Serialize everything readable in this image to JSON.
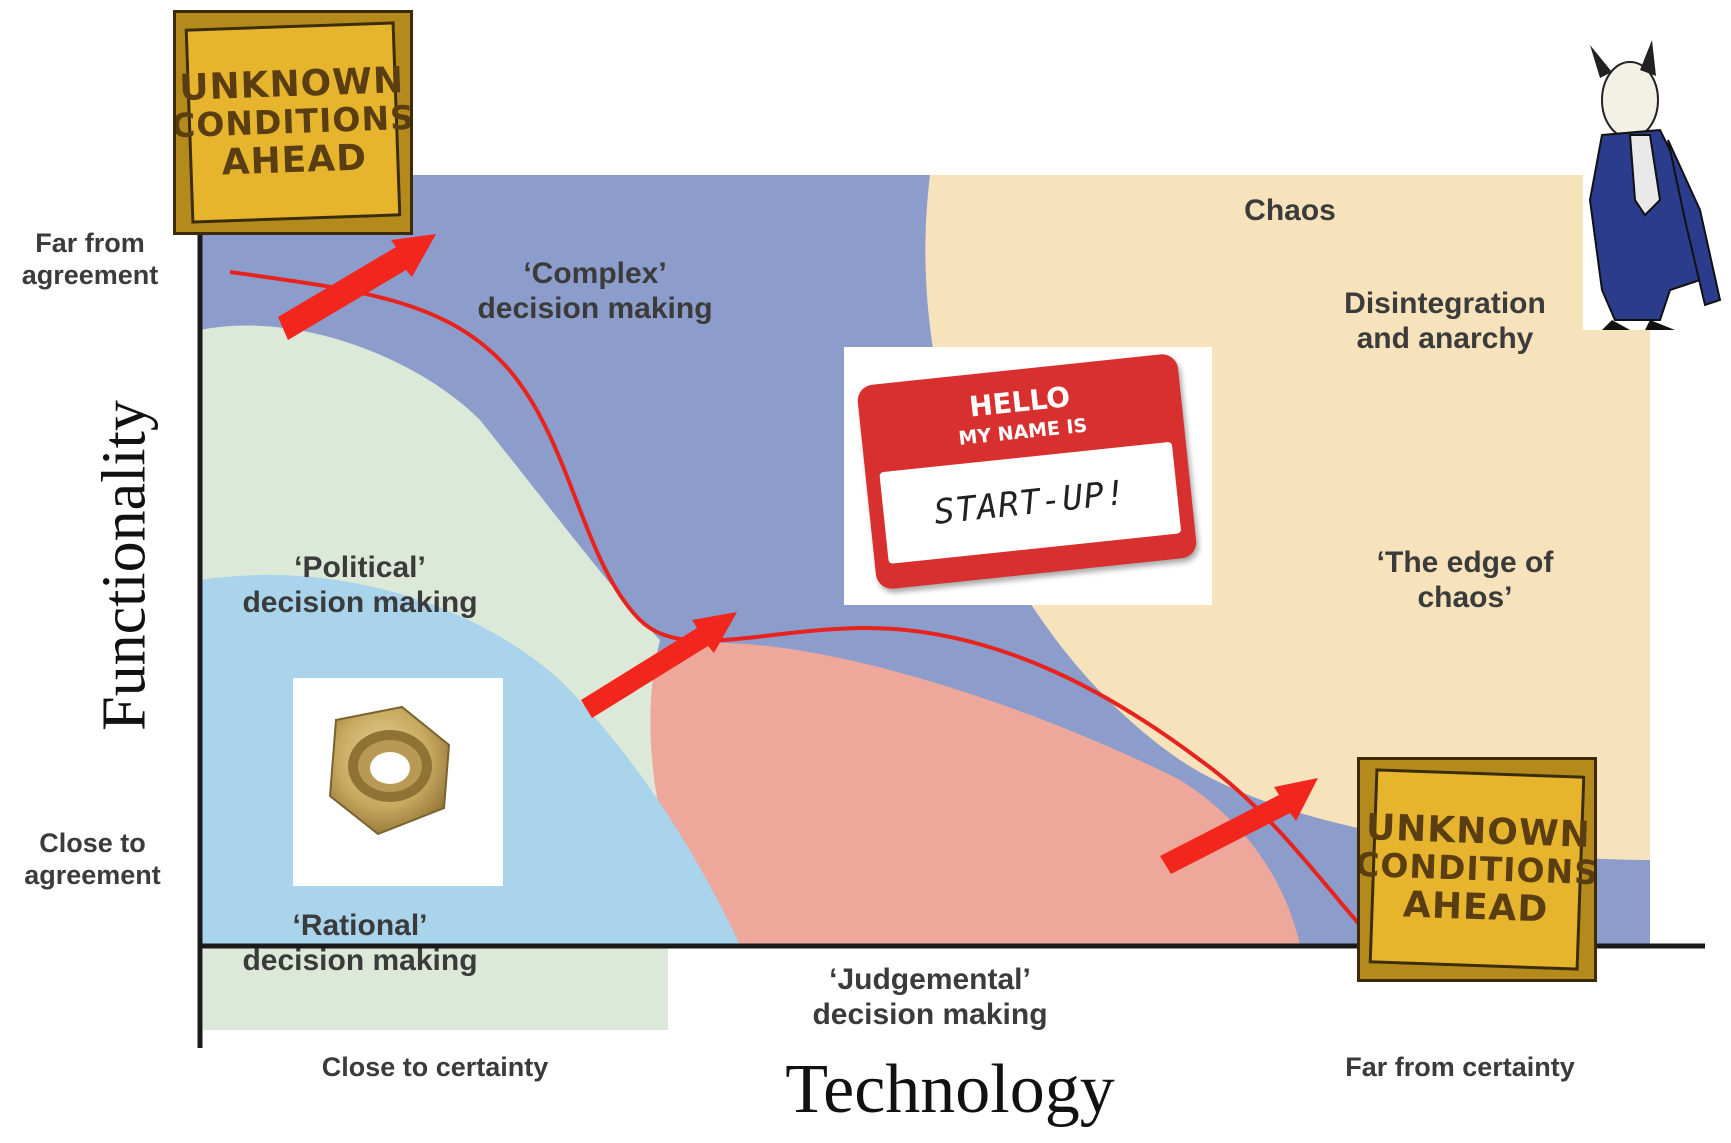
{
  "axes": {
    "y_title": "Functionality",
    "x_title": "Technology",
    "y_top_label": [
      "Far from",
      "agreement"
    ],
    "y_bottom_label": [
      "Close to",
      "agreement"
    ],
    "x_left_label": "Close to certainty",
    "x_right_label": "Far from certainty"
  },
  "zones": {
    "complex": [
      "‘Complex’",
      "decision making"
    ],
    "chaos": "Chaos",
    "disintegration": [
      "Disintegration",
      "and anarchy"
    ],
    "edge": [
      "‘The edge of",
      "chaos’"
    ],
    "political": [
      "‘Political’",
      "decision making"
    ],
    "rational": [
      "‘Rational’",
      "decision making"
    ],
    "judgemental": [
      "‘Judgemental’",
      "decision making"
    ]
  },
  "signs": {
    "lines": [
      "UNKNOWN",
      "CONDITIONS",
      "AHEAD"
    ]
  },
  "name_tag": {
    "hello": "HELLO",
    "my_name_is": "MY NAME IS",
    "name": "START-UP!"
  },
  "colors": {
    "complex_zone": "#8d9dcb",
    "chaos_zone": "#f6e3bc",
    "political_zone": "#dce9d8",
    "rational_zone": "#a9d4ec",
    "judgemental_zone": "#eea79b",
    "curve": "#e8231d",
    "arrow": "#f2261c"
  },
  "icons": [
    "warning-sign-icon",
    "hex-nut-icon",
    "name-tag-icon",
    "manager-cartoon-icon",
    "red-arrow-icon"
  ]
}
